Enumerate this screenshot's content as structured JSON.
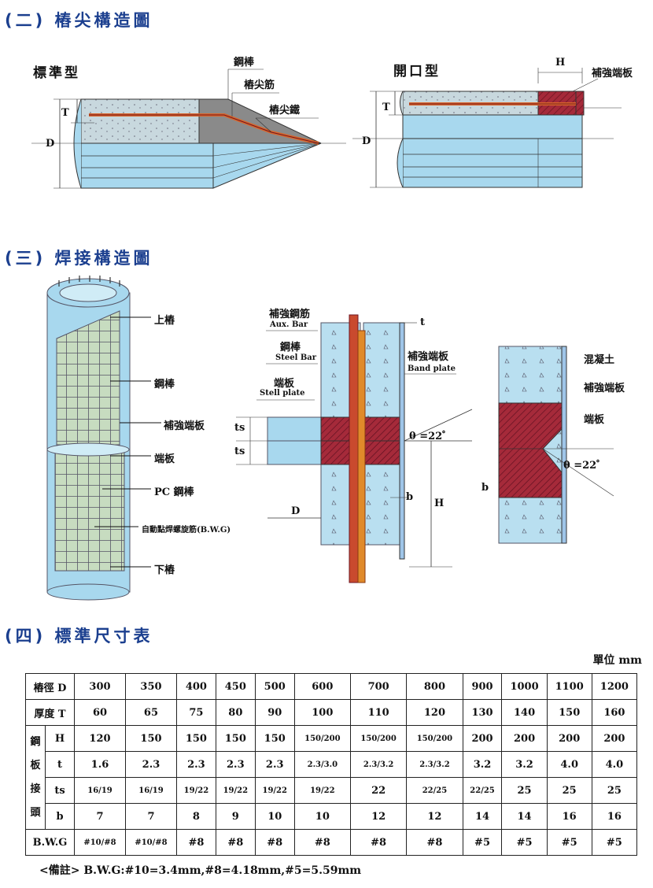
{
  "sections": {
    "pile_tip": "(二) 樁尖構造圖",
    "welding": "(三) 焊接構造圖",
    "dimension_table": "(四) 標準尺寸表"
  },
  "pile_tip": {
    "standard_type": "標準型",
    "open_type": "開口型",
    "steel_bar": "鋼棒",
    "tip_rebar": "樁尖筋",
    "tip_iron": "樁尖鐵",
    "reinforced_end_plate": "補強端板",
    "T": "T",
    "D": "D",
    "H": "H"
  },
  "welding": {
    "upper_pile": "上樁",
    "steel_bar": "鋼棒",
    "reinforced_end_plate": "補強端板",
    "end_plate": "端板",
    "pc_steel_bar": "PC 鋼棒",
    "spiral": "自動點焊螺旋筋(B.W.G)",
    "lower_pile": "下樁",
    "aux_bar_cn": "補強鋼筋",
    "aux_bar_en": "Aux. Bar",
    "steel_bar_en": "Steel Bar",
    "stell_plate_cn": "端板",
    "stell_plate_en": "Stell plate",
    "band_plate_cn": "補強端板",
    "band_plate_en": "Band plate",
    "t": "t",
    "ts": "ts",
    "theta": "θ =22゜",
    "H": "H",
    "b": "b",
    "D": "D",
    "concrete": "混凝土"
  },
  "table": {
    "unit": "單位 mm",
    "diameter_label": "樁徑 D",
    "thickness_label": "厚度 T",
    "joint_label": [
      "鋼",
      "板",
      "接",
      "頭"
    ],
    "bwg_label": "B.W.G",
    "diameters": [
      "300",
      "350",
      "400",
      "450",
      "500",
      "600",
      "700",
      "800",
      "900",
      "1000",
      "1100",
      "1200"
    ],
    "thickness": [
      "60",
      "65",
      "75",
      "80",
      "90",
      "100",
      "110",
      "120",
      "130",
      "140",
      "150",
      "160"
    ],
    "H": {
      "label": "H",
      "values": [
        "120",
        "150",
        "150",
        "150",
        "150",
        "150/200",
        "150/200",
        "150/200",
        "200",
        "200",
        "200",
        "200"
      ]
    },
    "t": {
      "label": "t",
      "values": [
        "1.6",
        "2.3",
        "2.3",
        "2.3",
        "2.3",
        "2.3/3.0",
        "2.3/3.2",
        "2.3/3.2",
        "3.2",
        "3.2",
        "4.0",
        "4.0"
      ]
    },
    "ts": {
      "label": "ts",
      "values": [
        "16/19",
        "16/19",
        "19/22",
        "19/22",
        "19/22",
        "19/22",
        "22",
        "22/25",
        "22/25",
        "25",
        "25",
        "25"
      ]
    },
    "b": {
      "label": "b",
      "values": [
        "7",
        "7",
        "8",
        "9",
        "10",
        "10",
        "12",
        "12",
        "14",
        "14",
        "16",
        "16"
      ]
    },
    "bwg": [
      "#10/#8",
      "#10/#8",
      "#8",
      "#8",
      "#8",
      "#8",
      "#8",
      "#8",
      "#5",
      "#5",
      "#5",
      "#5"
    ]
  },
  "note": "<備註> B.W.G:#10=3.4mm,#8=4.18mm,#5=5.59mm",
  "colors": {
    "title": "#1b3f8f",
    "pile_blue": "#a8d8ee",
    "steel_red": "#a52a3a",
    "rebar_orange": "#d9662a",
    "concrete_gray": "#8a8a8a"
  }
}
